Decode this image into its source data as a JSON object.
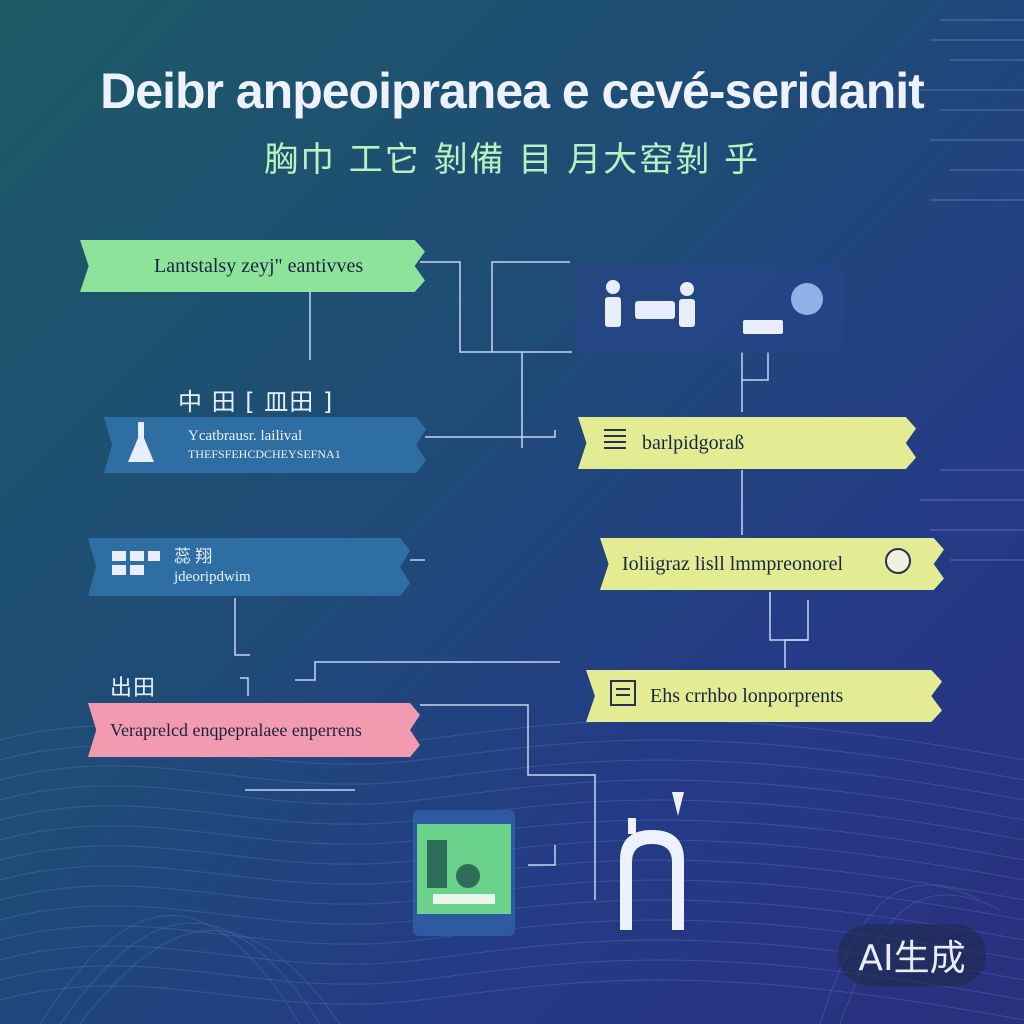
{
  "header": {
    "title": "Deibr anpeoipranea e cevé-seridanit",
    "subtitle": "胸巾 工它 剝備 目 月大窑剝 乎"
  },
  "nodes": {
    "top_left": "Lantstalsy zeyj\" eantivves",
    "left_mid_heading": "中 田 [ 皿田 ]",
    "left_blue_1_line1": "Ycatbrausr. lailival",
    "left_blue_1_line2": "THEFSFEHCDCHEYSEFNA1",
    "left_blue_2_line1": "蕊 翔",
    "left_blue_2_line2": "jdeoripdwim",
    "left_small_label": "出田",
    "left_pink": "Veraprelcd enqpepralaee enperrens",
    "right_yellow_1": "barlpidgoraß",
    "right_yellow_2": "Ioliigraz lisll lmmpreonorel",
    "right_yellow_3": "Ehs crrhbo  lonporprents"
  },
  "badge": {
    "text": "AI生成"
  },
  "colors": {
    "green": "#8ee39a",
    "blue": "#2f6ea3",
    "yellow": "#e3ec92",
    "pink": "#f29ab0",
    "line": "#c7d3f0"
  }
}
